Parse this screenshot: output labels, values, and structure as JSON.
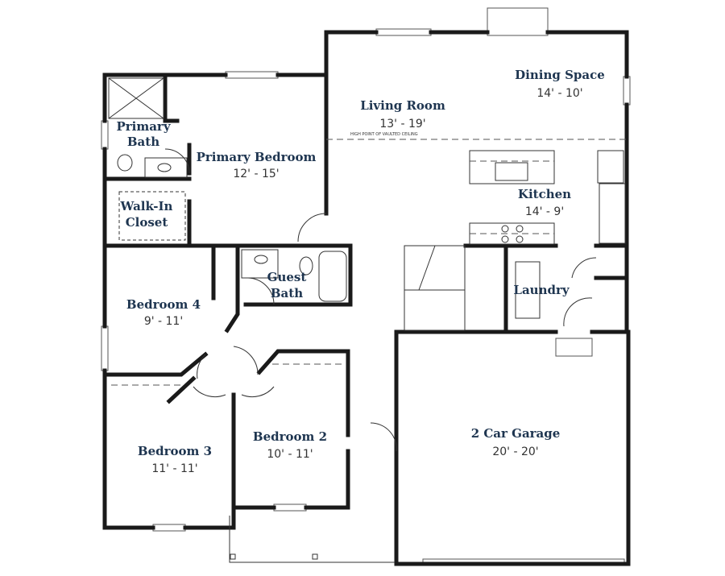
{
  "plan": {
    "note": "HIGH POINT OF VAULTED CEILING",
    "rooms": [
      {
        "name": "Primary",
        "name2": "Bath",
        "dims": ""
      },
      {
        "name": "Primary Bedroom",
        "dims": "12' - 15'"
      },
      {
        "name": "Walk-In",
        "name2": "Closet",
        "dims": ""
      },
      {
        "name": "Living Room",
        "dims": "13' - 19'"
      },
      {
        "name": "Dining Space",
        "dims": "14' - 10'"
      },
      {
        "name": "Kitchen",
        "dims": "14' - 9'"
      },
      {
        "name": "Guest",
        "name2": "Bath",
        "dims": ""
      },
      {
        "name": "Laundry",
        "dims": ""
      },
      {
        "name": "Bedroom 4",
        "dims": "9' - 11'"
      },
      {
        "name": "Bedroom 3",
        "dims": "11' - 11'"
      },
      {
        "name": "Bedroom 2",
        "dims": "10' - 11'"
      },
      {
        "name": "2 Car Garage",
        "dims": "20' - 20'"
      }
    ],
    "colors": {
      "label": "#1e3550",
      "wall": "#1a1a1a"
    }
  }
}
